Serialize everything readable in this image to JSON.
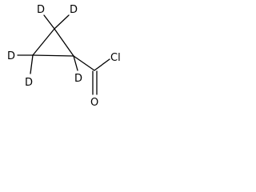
{
  "structure": {
    "atoms": {
      "h_top_left": "D",
      "h_top_right": "D",
      "h_left": "D",
      "h_bottom_left": "D",
      "h_ring_right": "D",
      "chlorine": "Cl",
      "oxygen": "O"
    }
  }
}
